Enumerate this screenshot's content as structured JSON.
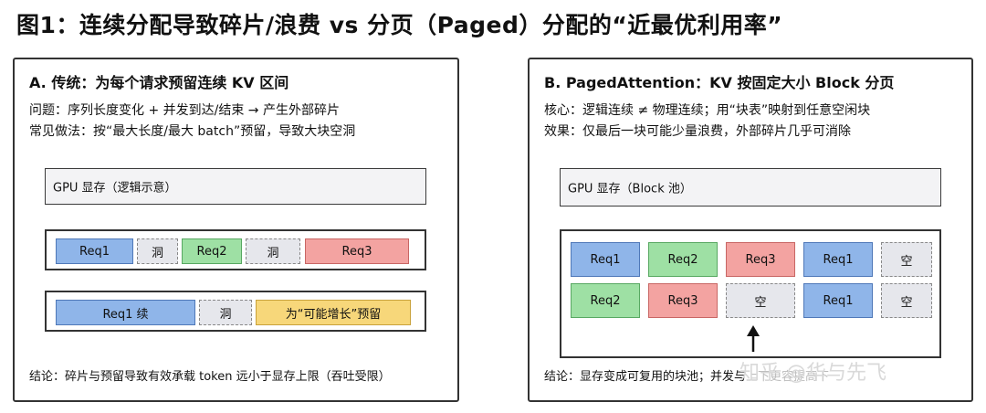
{
  "title": "图1：连续分配导致碎片/浪费 vs 分页（Paged）分配的“近最优利用率”",
  "left": {
    "heading": "A. 传统：为每个请求预留连续 KV 区间",
    "line1": "问题：序列长度变化 + 并发到达/结束 → 产生外部碎片",
    "line2": "常见做法：按“最大长度/最大 batch”预留，导致大块空洞",
    "gpu_label": "GPU 显存（逻辑示意）",
    "row1": [
      "Req1",
      "洞",
      "Req2",
      "洞",
      "Req3"
    ],
    "row2": [
      "Req1 续",
      "洞",
      "为“可能增长”预留"
    ],
    "conclusion": "结论：碎片与预留导致有效承载 token 远小于显存上限（吞吐受限）"
  },
  "right": {
    "heading": "B. PagedAttention：KV 按固定大小 Block 分页",
    "line1": "核心：逻辑连续 ≠ 物理连续；用“块表”映射到任意空闲块",
    "line2": "效果：仅最后一块可能少量浪费，外部碎片几乎可消除",
    "gpu_label": "GPU 显存（Block 池）",
    "grid_row1": [
      "Req1",
      "Req2",
      "Req3",
      "Req1",
      "空"
    ],
    "grid_row2": [
      "Req2",
      "Req3",
      "空",
      "Req1",
      "空"
    ],
    "conclusion_visible": "结论：显存变成可复用的块池；并发与",
    "conclusion_tail": "上下更容",
    "conclusion_tail2": "提高下"
  },
  "watermark": "知乎 @华与先飞",
  "colors": {
    "blue": "#8fb5e9",
    "green": "#9ee0a4",
    "red": "#f3a3a1",
    "yellow": "#f7d77a",
    "hole": "#e6e7ec"
  }
}
